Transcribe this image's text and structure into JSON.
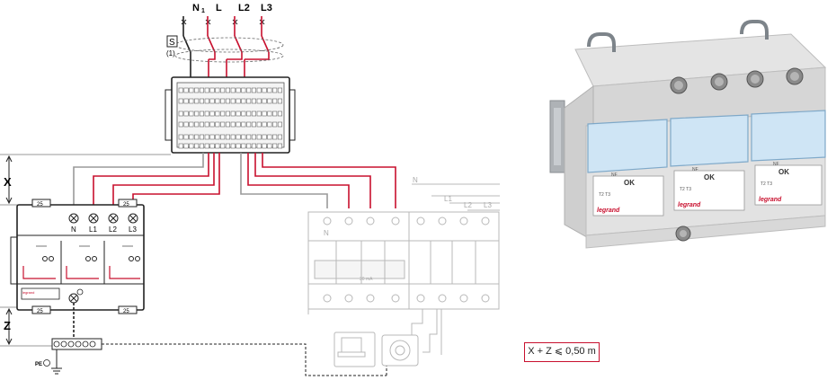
{
  "colors": {
    "wire_red": "#c8102e",
    "wire_grey": "#9a9a9a",
    "outline": "#222222",
    "faded": "#b8b8b8",
    "brand_red": "#c8102e",
    "product_body": "#dcdcdc"
  },
  "top_terminals": {
    "n": "N",
    "n_sub": "1",
    "l": "L",
    "l2": "L2",
    "l3": "L3"
  },
  "switch": {
    "symbol": "S",
    "ref": "(1)"
  },
  "spd_labels": {
    "n": "N",
    "l1": "L1",
    "l2": "L2",
    "l3": "L3",
    "rating": "25"
  },
  "dimensions": {
    "x": "X",
    "z": "Z"
  },
  "pe_label": "PE",
  "right_panel": {
    "n": "N",
    "l1": "L1",
    "l2": "L2",
    "l3": "L3",
    "rcd": "30 mA"
  },
  "product": {
    "brand": "legrand",
    "status": "OK",
    "type": "T2 T3",
    "logo": "NF"
  },
  "note": "X + Z ⩽ 0,50 m"
}
